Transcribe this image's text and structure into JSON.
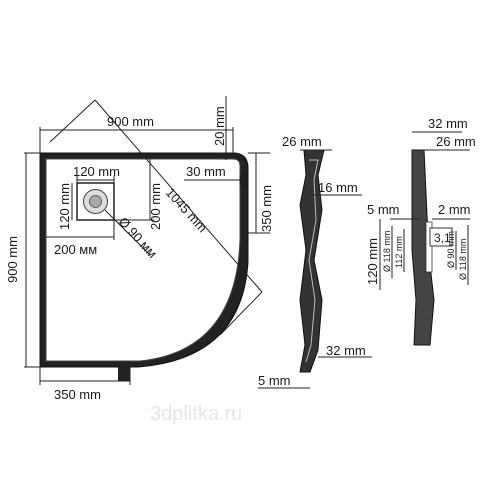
{
  "labels": {
    "width_top": "900 mm",
    "height_left": "900 mm",
    "rim_top": "20 mm",
    "drain_width": "120 mm",
    "drain_height": "120 mm",
    "drain_offset_x": "200 мм",
    "drain_offset_y": "200 mm",
    "diagonal": "1045 mm",
    "drain_diameter": "Ø 90 мм",
    "rim_right": "30 mm",
    "straight_right": "350 mm",
    "straight_bottom": "350 mm",
    "side_top": "26 mm",
    "side_mid": "16 mm",
    "side_bottom_right": "32 mm",
    "side_bottom_left": "5 mm",
    "detail_top": "32 mm",
    "detail_top2": "26 mm",
    "detail_left": "5 mm",
    "detail_right": "2 mm",
    "detail_height": "120 mm",
    "detail_d118_a": "Ø 118 mm",
    "detail_d112": "112 mm",
    "detail_d90": "Ø 90 mm",
    "detail_d118_b": "Ø 118 mm",
    "detail_31": "3,1",
    "watermark": "3dplitka.ru"
  },
  "colors": {
    "line": "#1a1a1a",
    "tray_fill": "#222222",
    "watermark": "#e6e6e6"
  }
}
